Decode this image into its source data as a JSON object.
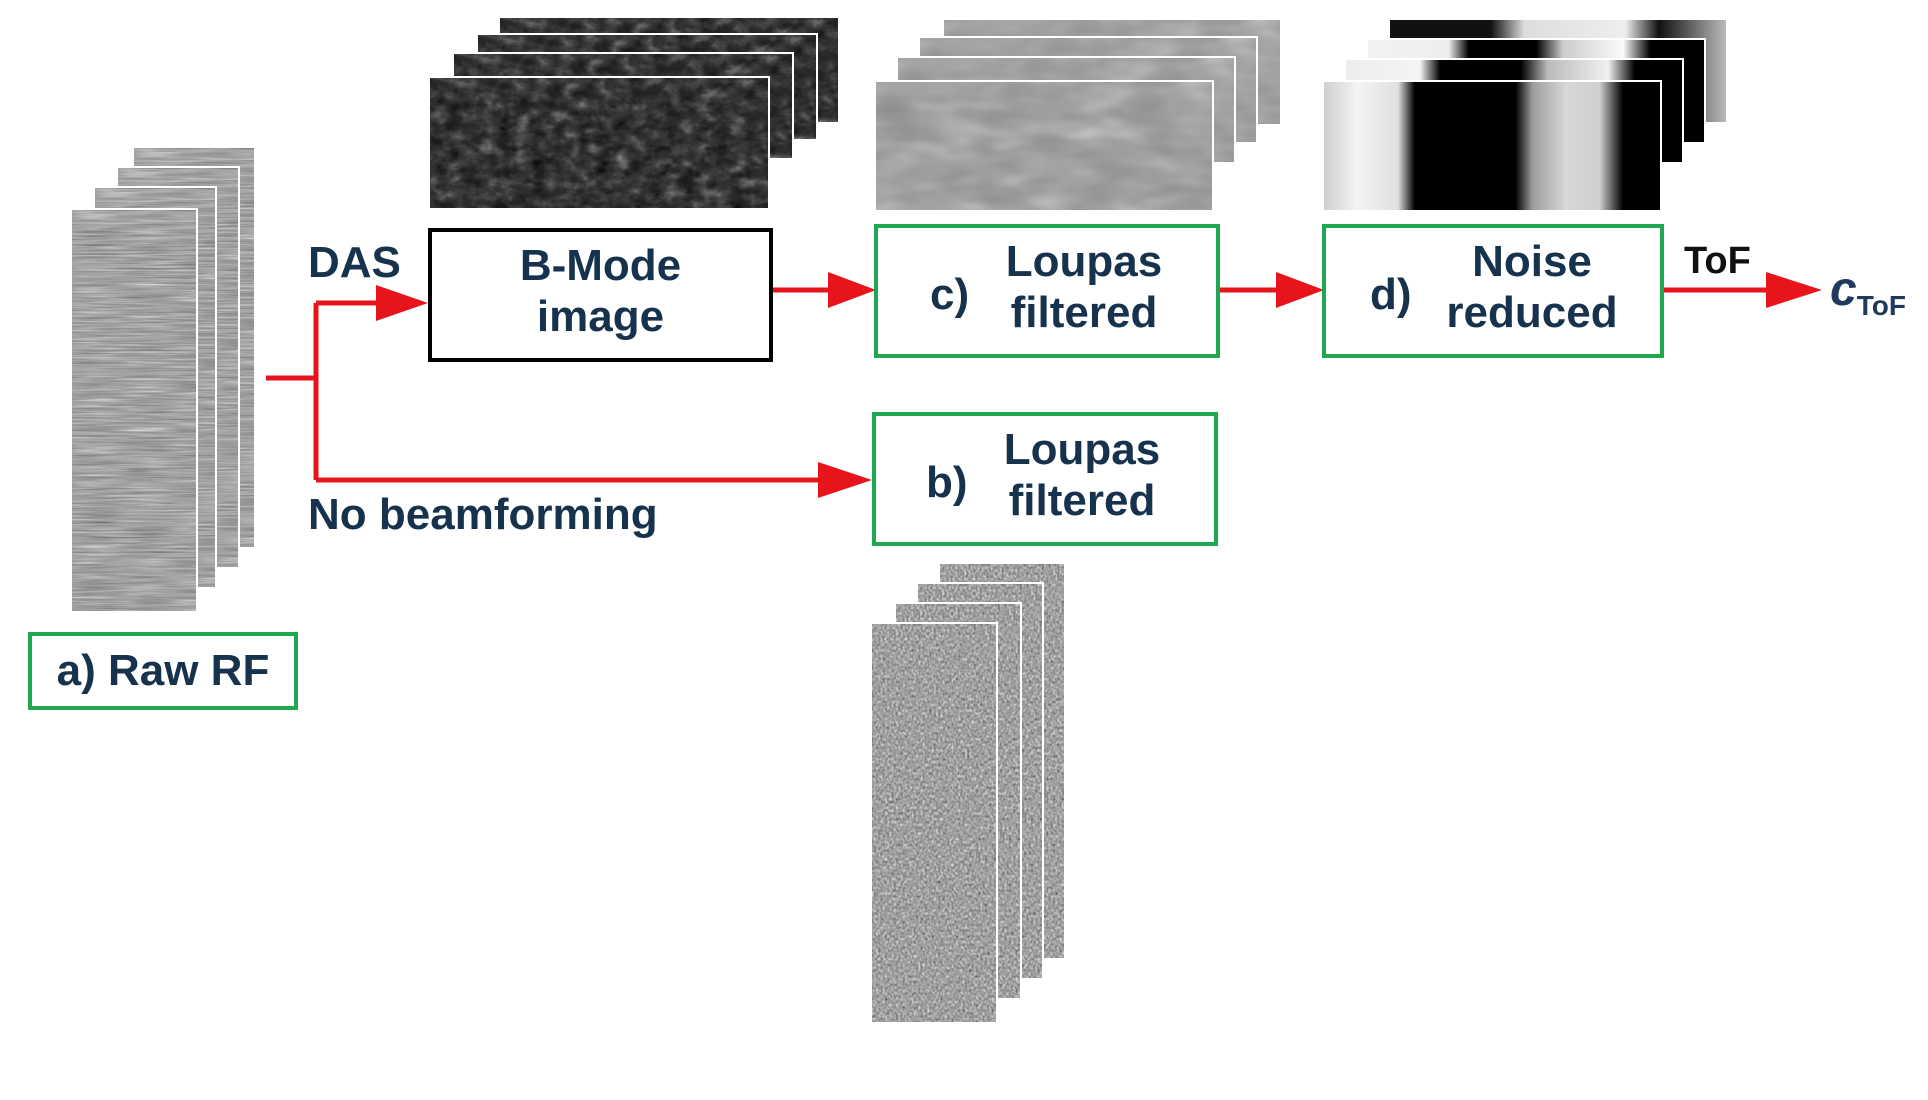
{
  "colors": {
    "arrow": "#e8141b",
    "box_border_green": "#1fa84f",
    "box_border_black": "#000000",
    "text": "#17324d"
  },
  "raw_rf": {
    "label": "a) Raw RF"
  },
  "paths": {
    "das": "DAS",
    "no_beamforming": "No beamforming"
  },
  "bmode": {
    "line1": "B-Mode",
    "line2": "image"
  },
  "loupas_c": {
    "letter": "c)",
    "line1": "Loupas",
    "line2": "filtered"
  },
  "noise_d": {
    "letter": "d)",
    "line1": "Noise",
    "line2": "reduced"
  },
  "loupas_b": {
    "letter": "b)",
    "line1": "Loupas",
    "line2": "filtered"
  },
  "output": {
    "arrow_label": "ToF",
    "symbol": "c",
    "subscript": "ToF"
  }
}
